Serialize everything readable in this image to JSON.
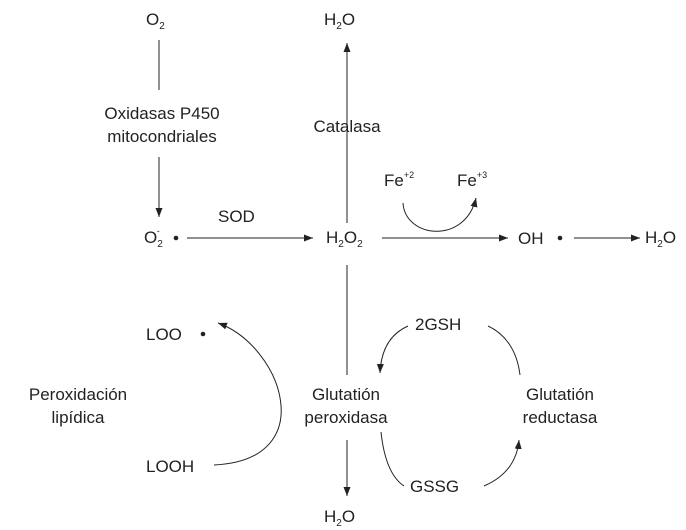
{
  "species": {
    "o2": {
      "base": "O",
      "sub": "2"
    },
    "superoxide": {
      "base": "O",
      "sub": "2",
      "sup": "-"
    },
    "h2o2": {
      "b1": "H",
      "s1": "2",
      "b2": "O",
      "s2": "2"
    },
    "hydroxyl": "OH",
    "h2o_top": {
      "b1": "H",
      "s1": "2",
      "b2": "O"
    },
    "h2o_right": {
      "b1": "H",
      "s1": "2",
      "b2": "O"
    },
    "h2o_bottom": {
      "b1": "H",
      "s1": "2",
      "b2": "O"
    },
    "fe2": {
      "base": "Fe",
      "sup": "+2"
    },
    "fe3": {
      "base": "Fe",
      "sup": "+3"
    },
    "loo": "LOO",
    "looh": "LOOH",
    "gsh": "2GSH",
    "gssg": "GSSG"
  },
  "enzymes": {
    "oxidasas_line1": "Oxidasas P450",
    "oxidasas_line2": "mitocondriales",
    "sod": "SOD",
    "catalasa": "Catalasa",
    "gpx_line1": "Glutatión",
    "gpx_line2": "peroxidasa",
    "gr_line1": "Glutatión",
    "gr_line2": "reductasa"
  },
  "process": {
    "line1": "Peroxidación",
    "line2": "lipídica"
  }
}
